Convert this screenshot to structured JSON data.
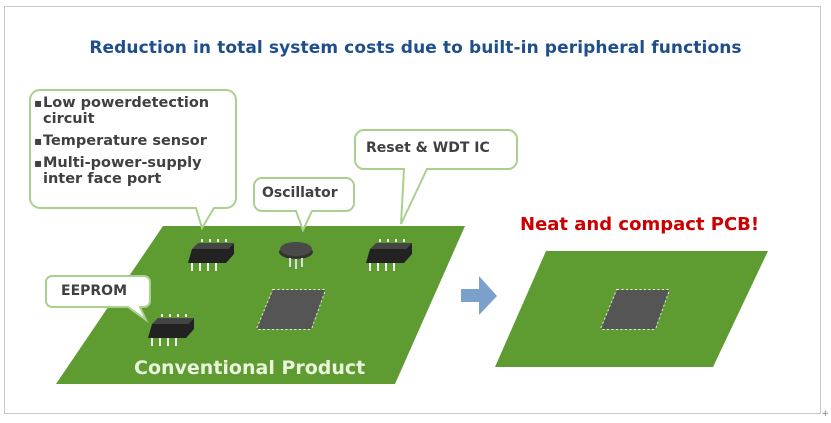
{
  "title": "Reduction in total system costs due to built-in peripheral functions",
  "conventional": {
    "label": "Conventional Product",
    "callouts": {
      "peripheral_list": [
        {
          "bullet": "▪",
          "text": "Low powerdetection circuit"
        },
        {
          "bullet": "▪",
          "text": "Temperature sensor"
        },
        {
          "bullet": "▪",
          "text": "Multi-power-supply inter face port"
        }
      ],
      "oscillator": "Oscillator",
      "reset_wdt": "Reset & WDT IC",
      "eeprom": "EEPROM"
    }
  },
  "result": {
    "headline": "Neat and compact PCB!"
  },
  "colors": {
    "title": "#1f4e8c",
    "pcb_green": "#5e9c32",
    "callout_border": "#a9d18e",
    "chip": "#333333",
    "mcu": "#555555",
    "arrow": "#7ba0cc",
    "headline": "#cc0000"
  }
}
